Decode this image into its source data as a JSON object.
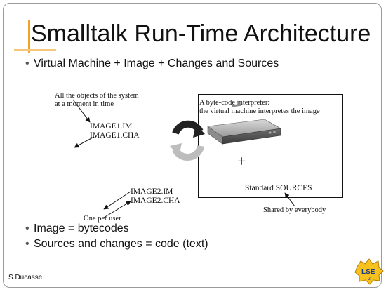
{
  "slide": {
    "title": "Smalltalk Run-Time Architecture",
    "bullets": [
      "Virtual Machine + Image + Changes and Sources",
      "Image = bytecodes",
      "Sources and changes = code (text)"
    ]
  },
  "diagram": {
    "image_note_line1": "All the objects of the system",
    "image_note_line2": "at a moment in time",
    "image1_im": "IMAGE1.IM",
    "image1_cha": "IMAGE1.CHA",
    "image2_im": "IMAGE2.IM",
    "image2_cha": "IMAGE2.CHA",
    "one_per_user": "One per user",
    "vm_desc_line1": "A byte-code interpreter:",
    "vm_desc_line2": "the virtual machine interpretes the image",
    "plus": "+",
    "standard_sources": "Standard SOURCES",
    "shared_by_everybody": "Shared by everybody"
  },
  "footer": {
    "author": "S.Ducasse",
    "logo_text": "LSE",
    "page_number": "2"
  },
  "colors": {
    "accent": "#f2a326",
    "logo_yellow": "#f7c21c",
    "frame": "#9a9a9a"
  }
}
